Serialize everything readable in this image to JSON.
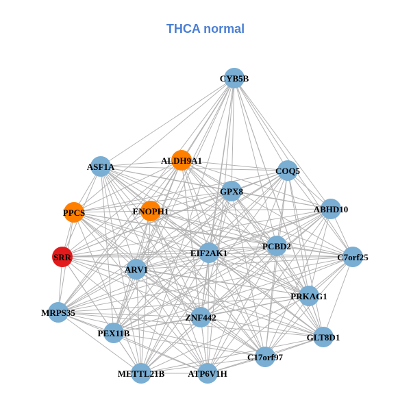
{
  "title": "THCA normal",
  "colors": {
    "title": "#4a7fd4",
    "edge": "#b3b3b3",
    "default_node": "#7aaed3",
    "hub": "#ff8000",
    "key": "#e31a1c"
  },
  "nodes": [
    {
      "id": "CYB5B",
      "label": "CYB5B",
      "color": "#7aaed3"
    },
    {
      "id": "ASF1A",
      "label": "ASF1A",
      "color": "#7aaed3"
    },
    {
      "id": "ALDH9A1",
      "label": "ALDH9A1",
      "color": "#ff8000"
    },
    {
      "id": "COQ5",
      "label": "COQ5",
      "color": "#7aaed3"
    },
    {
      "id": "GPX8",
      "label": "GPX8",
      "color": "#7aaed3"
    },
    {
      "id": "PPCS",
      "label": "PPCS",
      "color": "#ff8000"
    },
    {
      "id": "ENOPH1",
      "label": "ENOPH1",
      "color": "#ff8000"
    },
    {
      "id": "ABHD10",
      "label": "ABHD10",
      "color": "#7aaed3"
    },
    {
      "id": "PCBD2",
      "label": "PCBD2",
      "color": "#7aaed3"
    },
    {
      "id": "SRR",
      "label": "SRR",
      "color": "#e31a1c"
    },
    {
      "id": "EIF2AK1",
      "label": "EIF2AK1",
      "color": "#7aaed3"
    },
    {
      "id": "C7orf25",
      "label": "C7orf25",
      "color": "#7aaed3"
    },
    {
      "id": "ARV1",
      "label": "ARV1",
      "color": "#7aaed3"
    },
    {
      "id": "PRKAG1",
      "label": "PRKAG1",
      "color": "#7aaed3"
    },
    {
      "id": "MRPS35",
      "label": "MRPS35",
      "color": "#7aaed3"
    },
    {
      "id": "ZNF442",
      "label": "ZNF442",
      "color": "#7aaed3"
    },
    {
      "id": "PEX11B",
      "label": "PEX11B",
      "color": "#7aaed3"
    },
    {
      "id": "GLT8D1",
      "label": "GLT8D1",
      "color": "#7aaed3"
    },
    {
      "id": "C17orf97",
      "label": "C17orf97",
      "color": "#7aaed3"
    },
    {
      "id": "METTL21B",
      "label": "METTL21B",
      "color": "#7aaed3"
    },
    {
      "id": "ATP6V1H",
      "label": "ATP6V1H",
      "color": "#7aaed3"
    }
  ]
}
